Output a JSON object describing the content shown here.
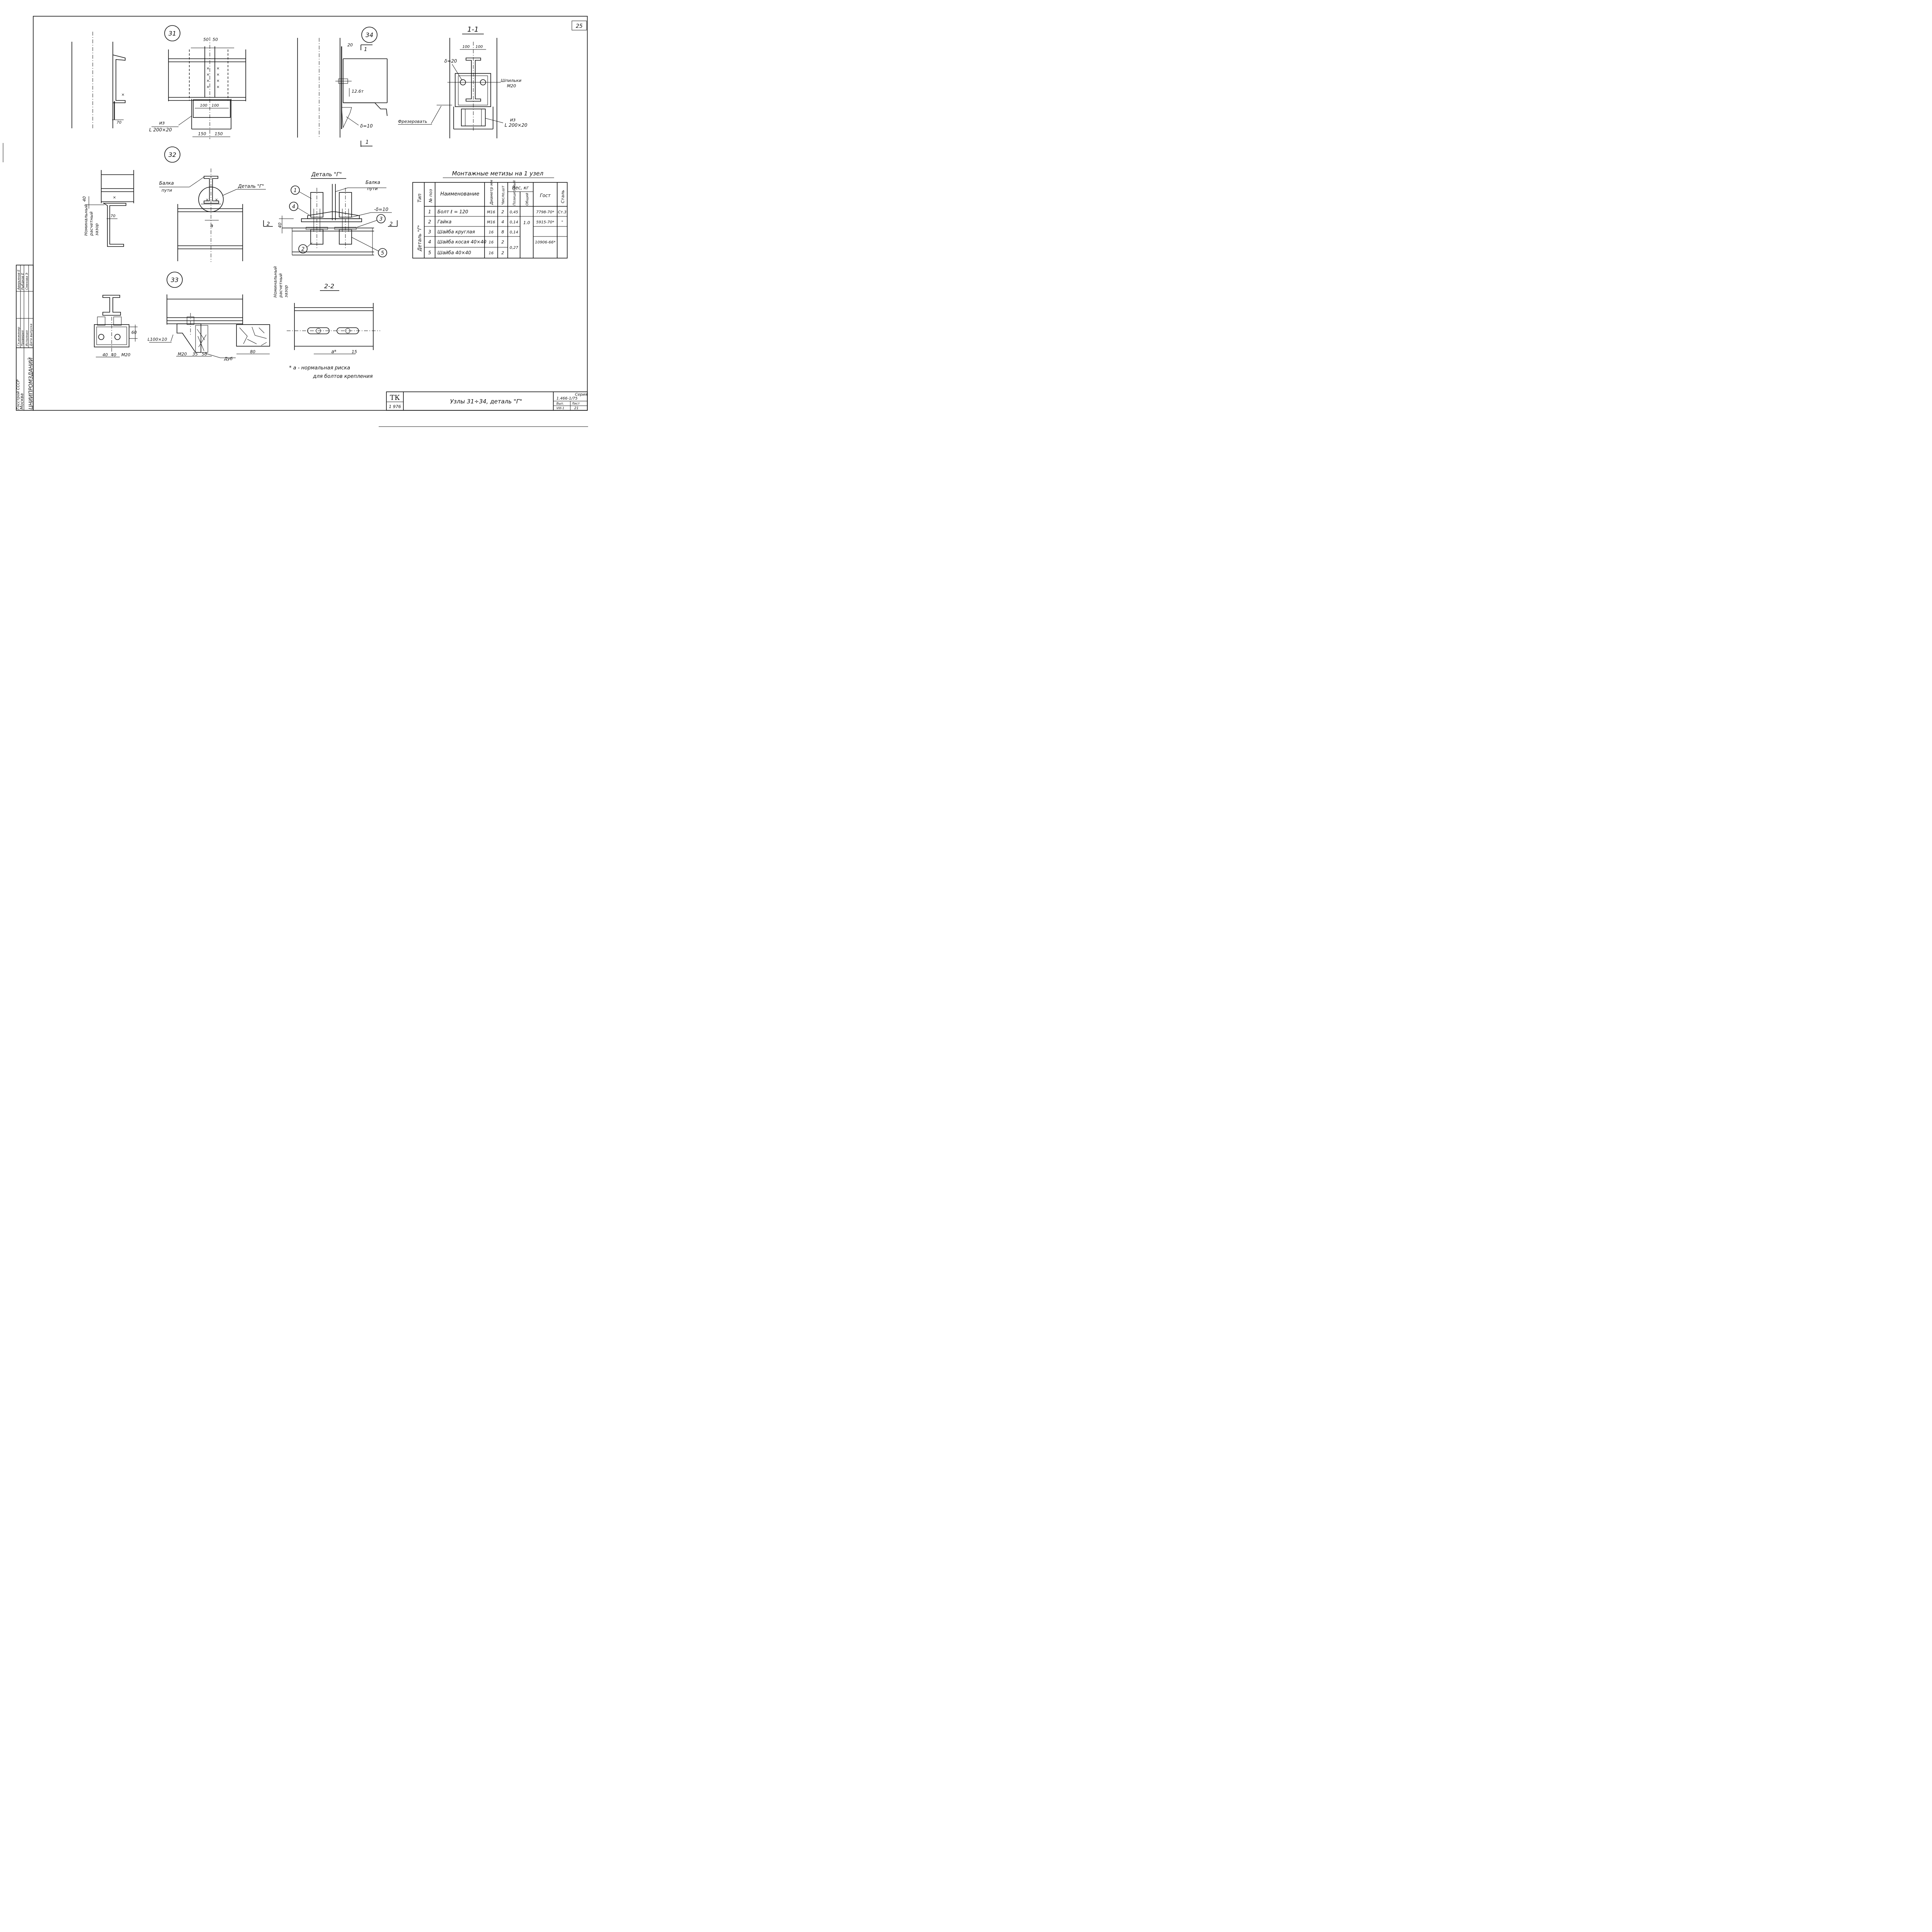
{
  "sheet_number": "25",
  "node_labels": {
    "n31": "31",
    "n32": "32",
    "n33": "33",
    "n34": "34"
  },
  "node31": {
    "dim_top": [
      "50",
      "50"
    ],
    "dim_bolt": [
      "100",
      "100"
    ],
    "dim_bottom": [
      "150",
      "150"
    ],
    "dim_left": "70",
    "angle_note_1": "из",
    "angle_note_2": "L 200×20"
  },
  "node34": {
    "dim_20": "20",
    "section_mark": "1",
    "load": "12.6т",
    "delta": "δ=10"
  },
  "section_1_1": {
    "title": "1-1",
    "dim": [
      "100",
      "100"
    ],
    "delta": "δ=20",
    "stud_1": "Шпильки",
    "stud_2": "М20",
    "angle_1": "из",
    "angle_2": "L 200×20",
    "mill": "Фрезеровать"
  },
  "node32": {
    "rail_1": "Балка",
    "rail_2": "пути",
    "detail_ref": "Деталь \"Г\"",
    "dim_40": "40",
    "dim_70": "70",
    "dim_a": "а",
    "gap_1": "Номинальный",
    "gap_2": "расчетный",
    "gap_3": "зазор"
  },
  "detail_g": {
    "title": "Деталь \"Г\"",
    "rail_1": "Балка",
    "rail_2": "пути",
    "delta": "-δ=10",
    "dim_40": "40",
    "section_mark": "2",
    "callouts": [
      "1",
      "2",
      "3",
      "4",
      "5"
    ],
    "gap_1": "Номинальный",
    "gap_2": "расчетный",
    "gap_3": "зазор"
  },
  "node33": {
    "dims_bottom": [
      "40",
      "40"
    ],
    "stud": "М20",
    "dim_60": "60",
    "angle": "L100×10",
    "dims_mid": [
      "М20",
      "35",
      "50"
    ],
    "wood": "Дуб",
    "dim_80": "80"
  },
  "section_2_2": {
    "title": "2-2",
    "dim_a": "а*",
    "dim_15": "15",
    "note_1": "* а - нормальная риска",
    "note_2": "для болтов крепления"
  },
  "table": {
    "title": "Монтажные метизы на 1 узел",
    "headers": {
      "type": "Тип",
      "pos": "№ поз",
      "name": "Наименование",
      "dia": "Диаметр мм",
      "qty": "Число,шт",
      "weight": "Вес, кг",
      "w_item": "Позиционный",
      "w_total": "Общий",
      "gost": "Гост",
      "steel": "Сталь"
    },
    "type_value": "Деталь \"Г\"",
    "rows": [
      {
        "pos": "1",
        "name": "Болт  ℓ = 120",
        "dia": "М16",
        "qty": "2",
        "w": "0,45",
        "gost": "7798-70*",
        "steel": "Ст.3"
      },
      {
        "pos": "2",
        "name": "Гайка",
        "dia": "М16",
        "qty": "4",
        "w": "0,14",
        "gost": "5915-70*",
        "steel": "\""
      },
      {
        "pos": "3",
        "name": "Шайба круглая",
        "dia": "16",
        "qty": "8",
        "w": "0,14",
        "gost": "",
        "steel": ""
      },
      {
        "pos": "4",
        "name": "Шайба косая 40×40",
        "dia": "16",
        "qty": "2",
        "w": "",
        "gost": "10906-66*",
        "steel": ""
      },
      {
        "pos": "5",
        "name": "Шайба  40×40",
        "dia": "16",
        "qty": "2",
        "w": "",
        "gost": "",
        "steel": ""
      }
    ],
    "w_merged_45": "0,27",
    "total": "1.0"
  },
  "title_block": {
    "tk": "ТК",
    "year": "1 976",
    "title": "Узлы 31÷34, деталь \"Г\"",
    "series_label": "Серия",
    "series": "1.466-1/75",
    "issue_label": "Вып.",
    "issue": "VIII-1",
    "sheet_label": "Лист",
    "sheet": "21"
  },
  "stamp": {
    "org_1": "ЦНИИПРОМЗДАНИЙ",
    "org_2": "Москва",
    "org_3": "Госстрой СССР",
    "r1": "Гл.инженер",
    "r2": "Проверил",
    "r3": "Исполнил",
    "r4": "Дата выпуска",
    "n1": "Аверьянов Е",
    "n2": "Рыбдков Е",
    "n3": "Смехова Э"
  }
}
